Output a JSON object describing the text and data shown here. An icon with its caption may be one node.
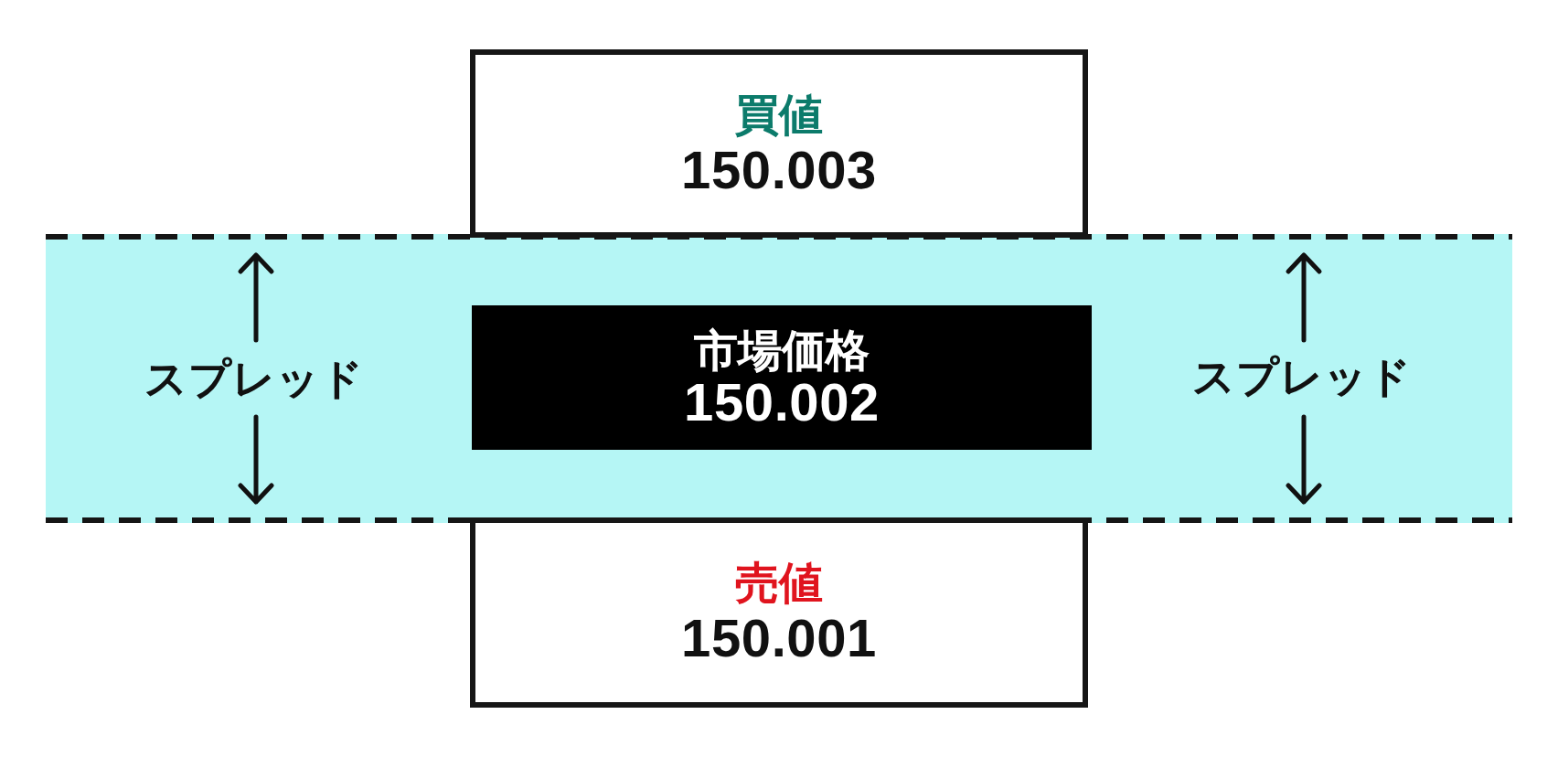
{
  "diagram": {
    "nodes": [
      {
        "text": [
          "買値",
          "150.003"
        ]
      },
      {
        "text": [
          "スプレッド",
          "スプレッド"
        ]
      },
      {
        "text": [
          "市場価格",
          "150.002"
        ],
        "in": 1
      },
      {
        "text": [
          "売値",
          "150.001"
        ]
      }
    ]
  }
}
